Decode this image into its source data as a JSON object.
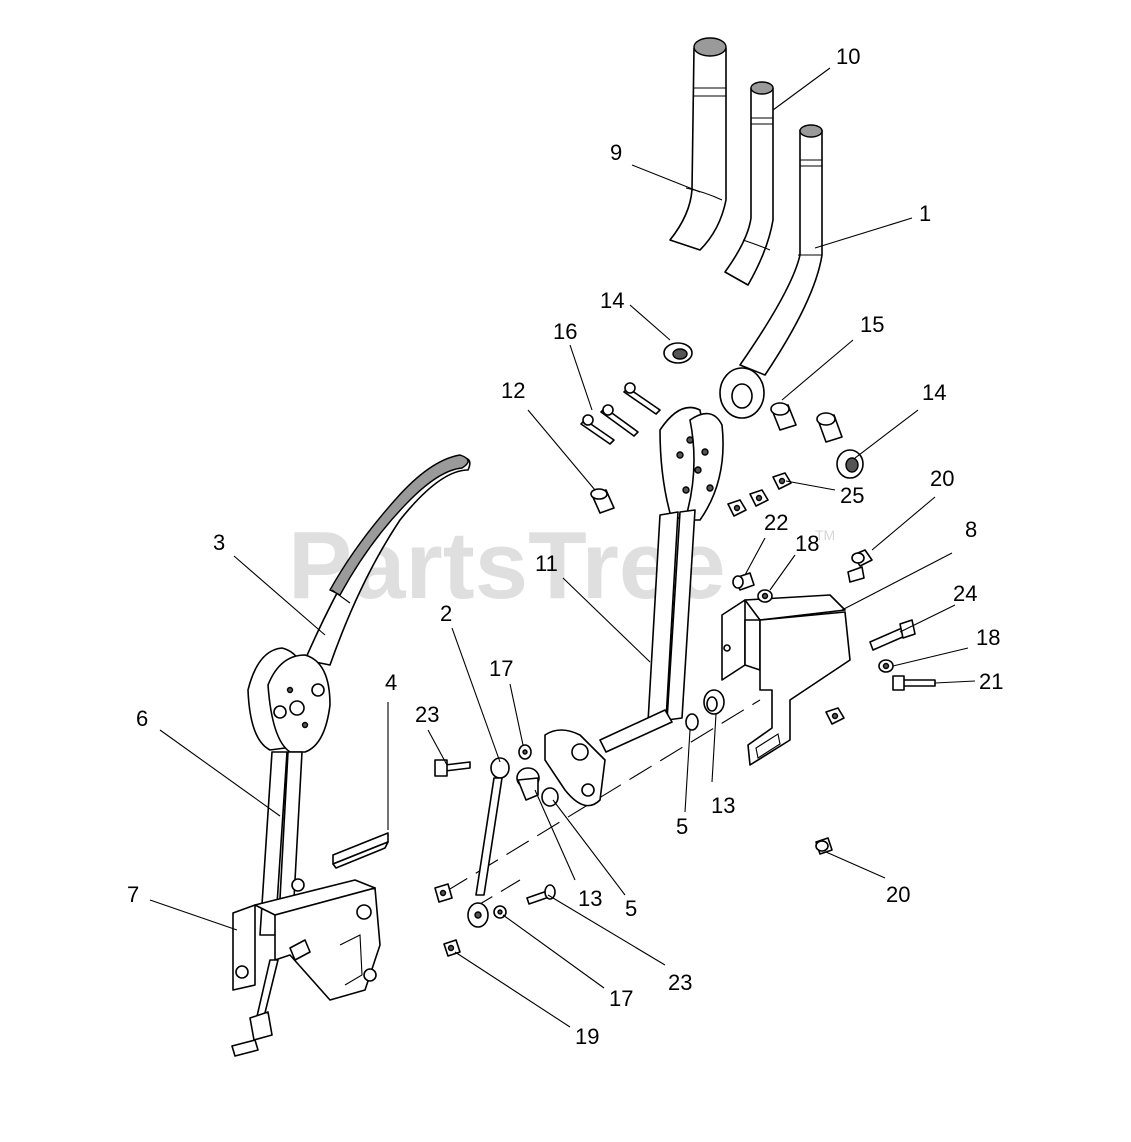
{
  "watermark": {
    "text": "PartsTree",
    "tm": "TM"
  },
  "callouts": {
    "c1": "1",
    "c2": "2",
    "c3": "3",
    "c4": "4",
    "c5a": "5",
    "c5b": "5",
    "c6": "6",
    "c7": "7",
    "c8": "8",
    "c9": "9",
    "c10": "10",
    "c11": "11",
    "c12": "12",
    "c13a": "13",
    "c13b": "13",
    "c14a": "14",
    "c14b": "14",
    "c15": "15",
    "c16": "16",
    "c17a": "17",
    "c17b": "17",
    "c18a": "18",
    "c18b": "18",
    "c19": "19",
    "c20a": "20",
    "c20b": "20",
    "c21": "21",
    "c22": "22",
    "c23a": "23",
    "c23b": "23",
    "c24": "24",
    "c25": "25"
  }
}
